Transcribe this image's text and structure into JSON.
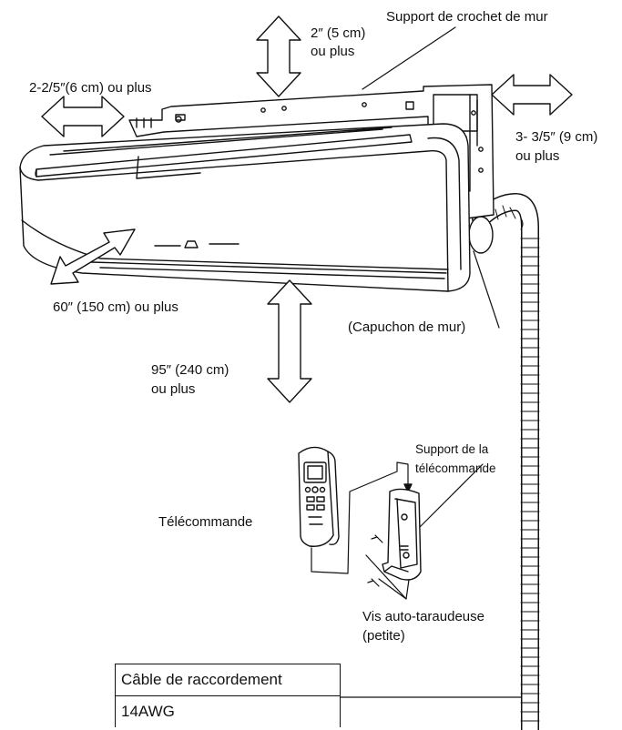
{
  "labels": {
    "wall_bracket": "Support de crochet de mur",
    "top_clear_a": "2″ (5 cm)",
    "top_clear_b": "ou plus",
    "left_clear": "2-2/5″(6 cm) ou plus",
    "right_clear_a": "3- 3/5″ (9 cm)",
    "right_clear_b": "ou plus",
    "front_clear": "60″ (150 cm) ou plus",
    "wall_cap": "(Capuchon de mur)",
    "floor_clear_a": "95″ (240 cm)",
    "floor_clear_b": "ou plus",
    "remote_holder_a": "Support de la",
    "remote_holder_b": "télécommande",
    "remote": "Télécommande",
    "screws_a": "Vis auto-taraudeuse",
    "screws_b": "(petite)"
  },
  "table": {
    "header": "Câble de raccordement",
    "value": "14AWG"
  },
  "colors": {
    "line": "#111111",
    "fill": "#ffffff"
  }
}
